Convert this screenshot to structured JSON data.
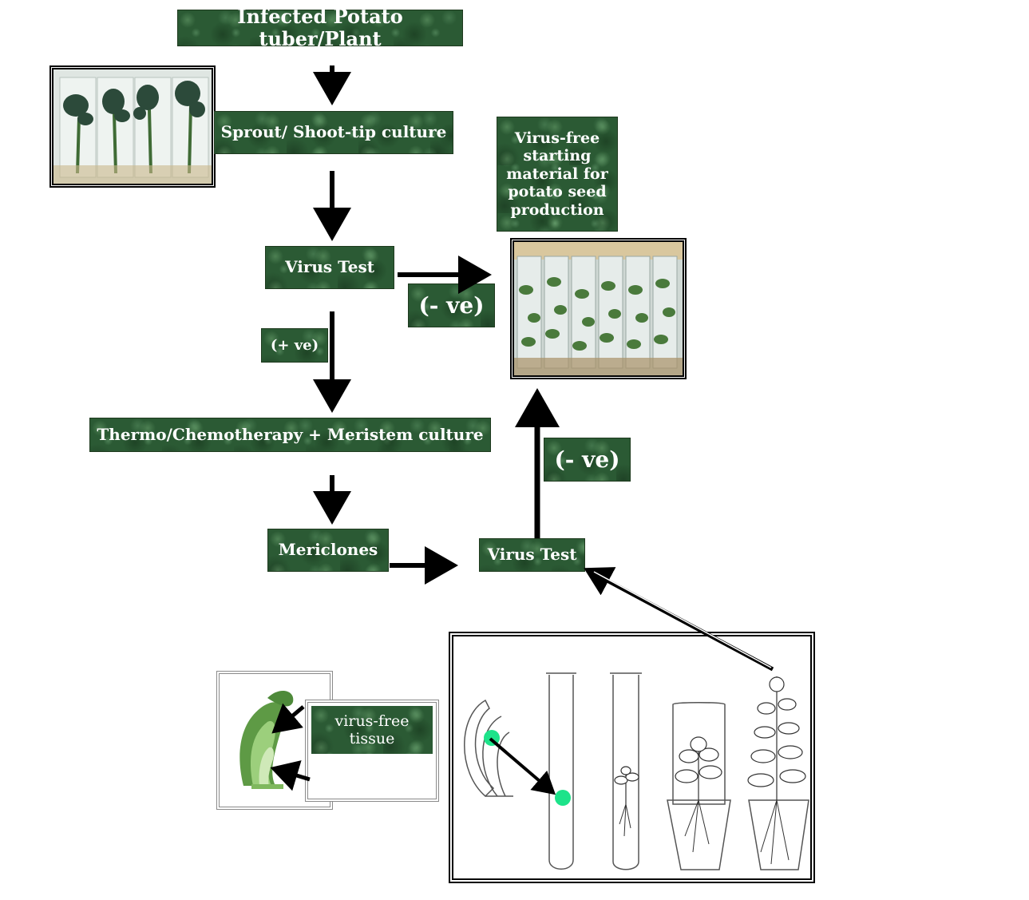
{
  "diagram": {
    "start": "Infected Potato tuber/Plant",
    "sprout": "Sprout/ Shoot-tip culture",
    "virus_test_1": "Virus Test",
    "negative_1": "(- ve)",
    "positive": "(+ ve)",
    "therapy": "Thermo/Chemotherapy + Meristem culture",
    "mericlones": "Mericlones",
    "virus_test_2": "Virus Test",
    "negative_2": "(- ve)",
    "result_lines": [
      "Virus-free",
      "starting",
      "material for",
      "potato seed",
      "production"
    ],
    "tissue_label_lines": [
      "virus-free",
      "tissue"
    ]
  },
  "colors": {
    "box_green": "#2b5a34",
    "box_text": "#ffffff",
    "arrow": "#000000",
    "frame_gray": "#8a8a8a",
    "meristem_dot": "#1de38a"
  },
  "icons": {
    "top_photo": "potato-shoot-culture-photo",
    "right_photo": "virus-free-plantlets-in-tubes-photo",
    "meristem": "meristem-dome-illustration",
    "sequence": "meristem-to-plant-sequence-illustration"
  }
}
